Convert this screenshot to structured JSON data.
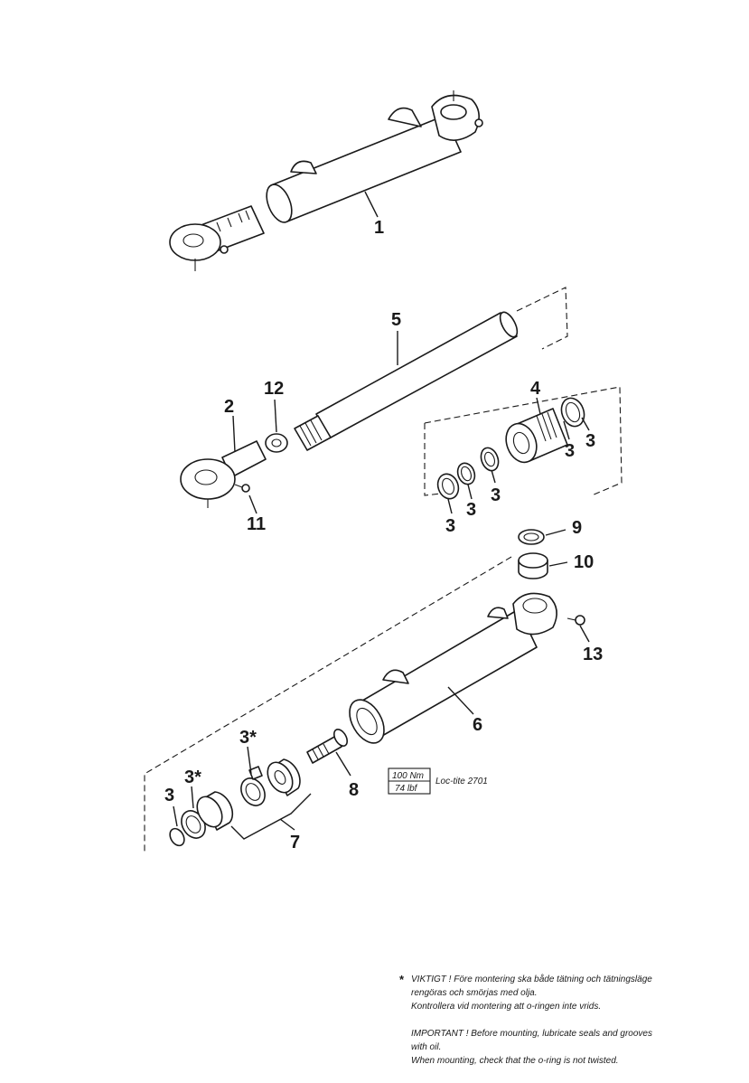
{
  "callouts": {
    "c1": "1",
    "c2": "2",
    "c3a": "3",
    "c3b": "3",
    "c3c": "3",
    "c3d": "3",
    "c3e": "3",
    "c3f": "3",
    "c3g": "3*",
    "c3h": "3*",
    "c4": "4",
    "c5": "5",
    "c6": "6",
    "c7": "7",
    "c8": "8",
    "c9": "9",
    "c10": "10",
    "c11": "11",
    "c12": "12",
    "c13": "13"
  },
  "torque": {
    "nm": "100 Nm",
    "lbf": "74 lbf",
    "locking": "Loc-tite 2701"
  },
  "note": {
    "marker": "*",
    "sv_line1": "VIKTIGT ! Före montering ska både tätning och tätningsläge",
    "sv_line2": "rengöras och smörjas med olja.",
    "sv_line3": "Kontrollera vid montering att o-ringen inte vrids.",
    "en_line1": "IMPORTANT ! Before mounting, lubricate seals and grooves",
    "en_line2": "with oil.",
    "en_line3": "When mounting, check that the o-ring is not twisted."
  }
}
